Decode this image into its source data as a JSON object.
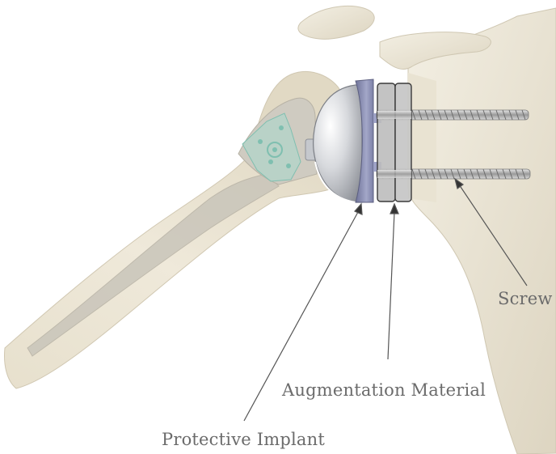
{
  "labels": {
    "screw": "Screw",
    "augmentation": "Augmentation Material",
    "implant": "Protective Implant"
  },
  "colors": {
    "bone": "#ece6d6",
    "bone_shadow": "#d2cab5",
    "stem": "#c9c5ba",
    "metal": "#b9bcc4",
    "implant": "#8c90b4",
    "augment": "#bfbfbf",
    "teal": "#9fd3c7",
    "text": "#6b6b6b"
  }
}
